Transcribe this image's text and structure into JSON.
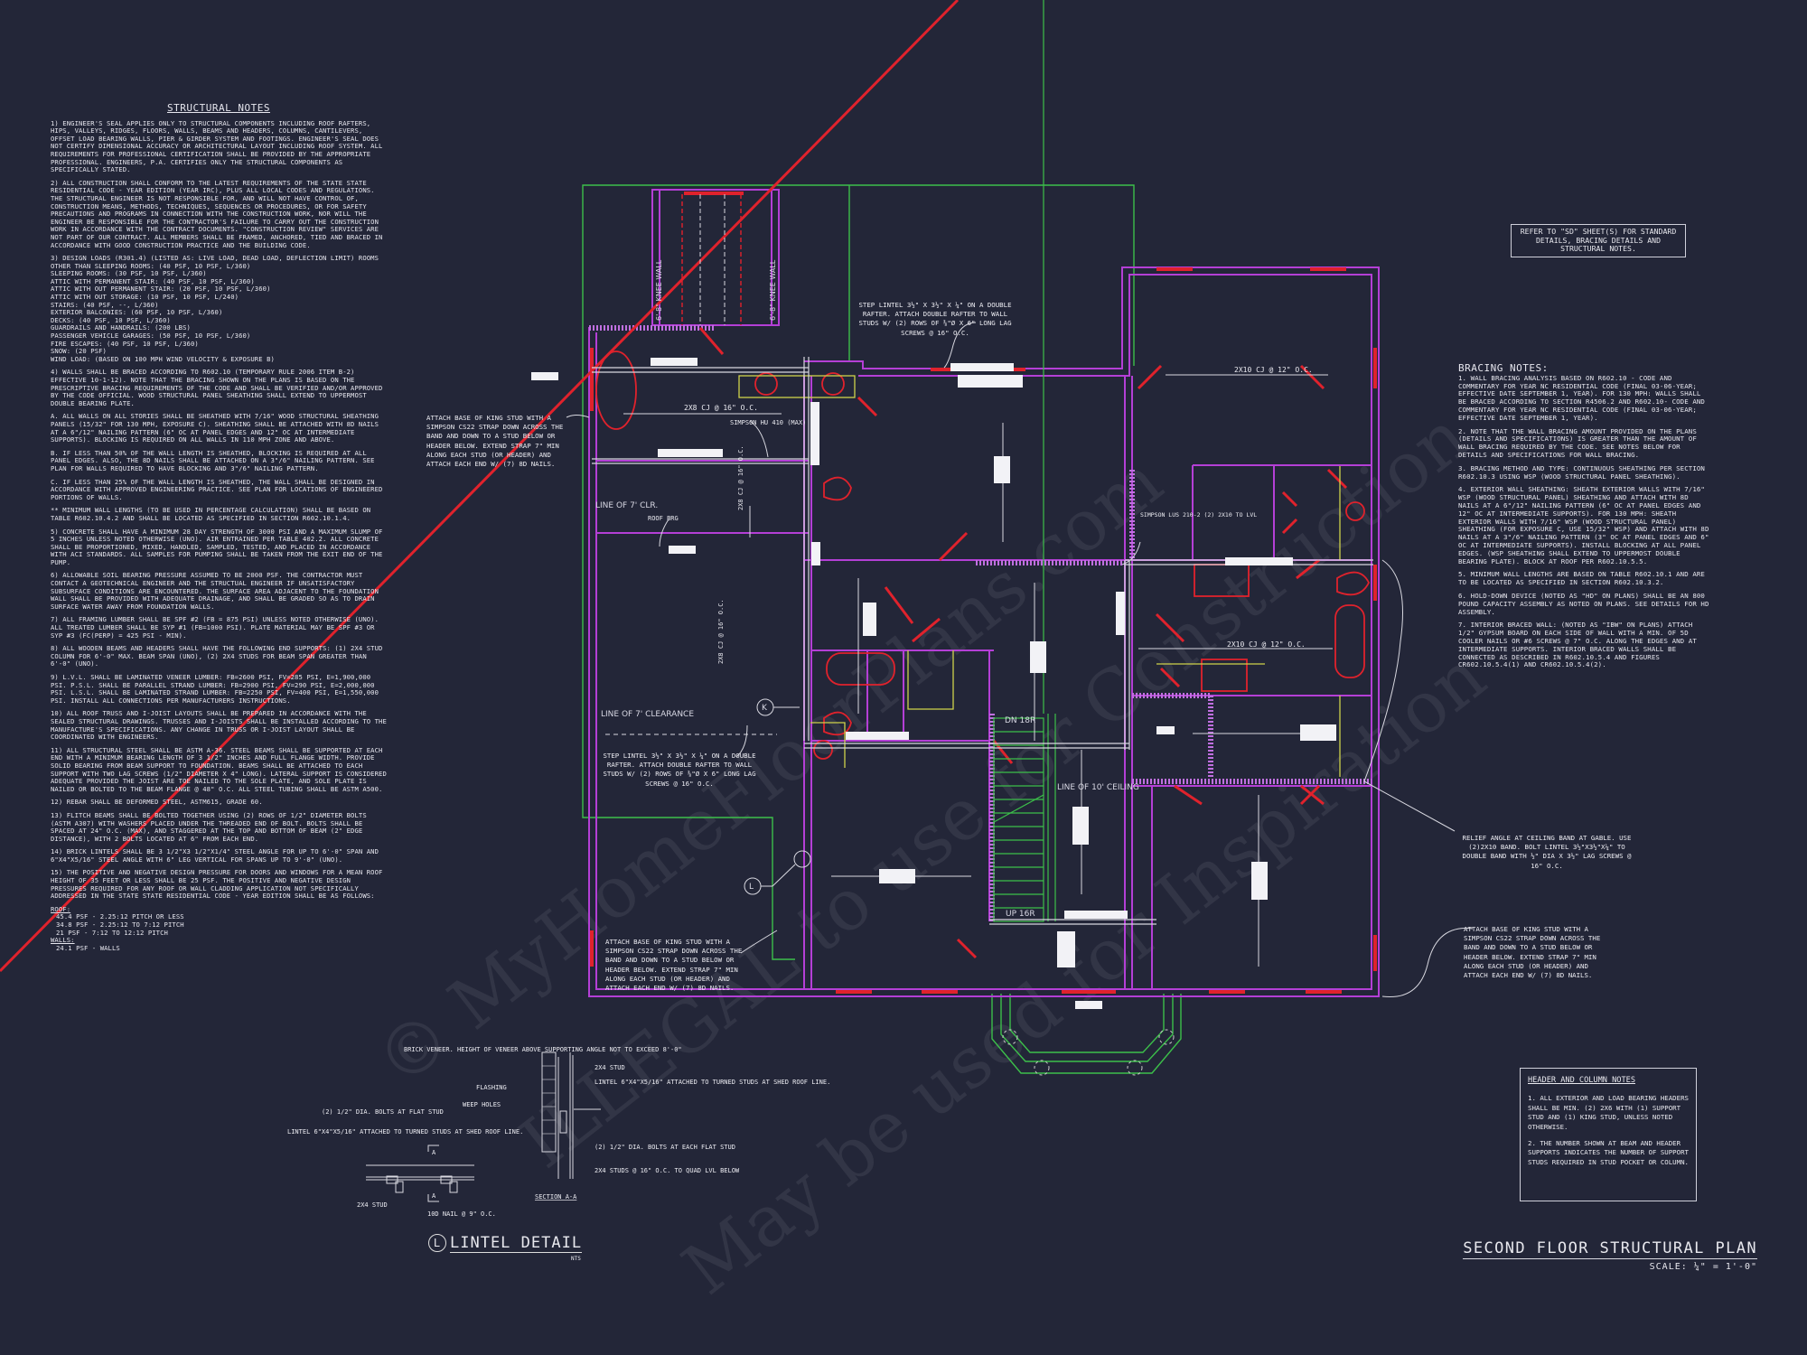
{
  "structural_notes": {
    "title": "STRUCTURAL NOTES",
    "items": [
      "1) ENGINEER'S SEAL APPLIES ONLY TO STRUCTURAL COMPONENTS INCLUDING ROOF RAFTERS, HIPS, VALLEYS, RIDGES, FLOORS, WALLS, BEAMS AND HEADERS, COLUMNS, CANTILEVERS, OFFSET LOAD BEARING WALLS, PIER & GIRDER SYSTEM AND FOOTINGS. ENGINEER'S SEAL DOES NOT CERTIFY DIMENSIONAL ACCURACY OR ARCHITECTURAL LAYOUT INCLUDING ROOF SYSTEM. ALL REQUIREMENTS FOR PROFESSIONAL CERTIFICATION SHALL BE PROVIDED BY THE APPROPRIATE PROFESSIONAL. ENGINEERS, P.A. CERTIFIES ONLY THE STRUCTURAL COMPONENTS AS SPECIFICALLY STATED.",
      "2) ALL CONSTRUCTION SHALL CONFORM TO THE LATEST REQUIREMENTS OF THE STATE STATE RESIDENTIAL CODE - YEAR EDITION (YEAR IRC), PLUS ALL LOCAL CODES AND REGULATIONS. THE STRUCTURAL ENGINEER IS NOT RESPONSIBLE FOR, AND WILL NOT HAVE CONTROL OF, CONSTRUCTION MEANS, METHODS, TECHNIQUES, SEQUENCES OR PROCEDURES, OR FOR SAFETY PRECAUTIONS AND PROGRAMS IN CONNECTION WITH THE CONSTRUCTION WORK, NOR WILL THE ENGINEER BE RESPONSIBLE FOR THE CONTRACTOR'S FAILURE TO CARRY OUT THE CONSTRUCTION WORK IN ACCORDANCE WITH THE CONTRACT DOCUMENTS. \"CONSTRUCTION REVIEW\" SERVICES ARE NOT PART OF OUR CONTRACT. ALL MEMBERS SHALL BE FRAMED, ANCHORED, TIED AND BRACED IN ACCORDANCE WITH GOOD CONSTRUCTION PRACTICE AND THE BUILDING CODE.",
      "3) DESIGN LOADS (R301.4) (LISTED AS: LIVE LOAD, DEAD LOAD, DEFLECTION LIMIT) ROOMS OTHER THAN SLEEPING ROOMS: (40 PSF, 10 PSF, L/360)\nSLEEPING ROOMS: (30 PSF, 10 PSF, L/360)\nATTIC WITH PERMANENT STAIR: (40 PSF, 10 PSF, L/360)\nATTIC WITH OUT PERMANENT STAIR: (20 PSF, 10 PSF, L/360)\nATTIC WITH OUT STORAGE: (10 PSF, 10 PSF, L/240)\nSTAIRS: (40 PSF, --, L/360)\nEXTERIOR BALCONIES: (60 PSF, 10 PSF, L/360)\nDECKS: (40 PSF, 10 PSF, L/360)\nGUARDRAILS AND HANDRAILS: (200 LBS)\nPASSENGER VEHICLE GARAGES: (50 PSF, 10 PSF, L/360)\nFIRE ESCAPES: (40 PSF, 10 PSF, L/360)\nSNOW: (20 PSF)\nWIND LOAD: (BASED ON 100 MPH WIND VELOCITY & EXPOSURE B)",
      "4) WALLS SHALL BE BRACED ACCORDING TO R602.10 (TEMPORARY RULE 2006 ITEM B-2) EFFECTIVE 10-1-12). NOTE THAT THE BRACING SHOWN ON THE PLANS IS BASED ON THE PRESCRIPTIVE BRACING REQUIREMENTS OF THE CODE AND SHALL BE VERIFIED AND/OR APPROVED BY THE CODE OFFICIAL. WOOD STRUCTURAL PANEL SHEATHING SHALL EXTEND TO UPPERMOST DOUBLE BEARING PLATE.",
      "A. ALL WALLS ON ALL STORIES SHALL BE SHEATHED WITH 7/16\" WOOD STRUCTURAL SHEATHING PANELS (15/32\" FOR 130 MPH, EXPOSURE C). SHEATHING SHALL BE ATTACHED WITH 8d NAILS AT A 6\"/12\" NAILING PATTERN (6\" OC AT PANEL EDGES AND 12\" OC AT INTERMEDIATE SUPPORTS). BLOCKING IS REQUIRED ON ALL WALLS IN 110 MPH ZONE AND ABOVE.",
      "B. IF LESS THAN 50% OF THE WALL LENGTH IS SHEATHED, BLOCKING IS REQUIRED AT ALL PANEL EDGES. ALSO, THE 8d NAILS SHALL BE ATTACHED ON A 3\"/6\" NAILING PATTERN. SEE PLAN FOR WALLS REQUIRED TO HAVE BLOCKING AND 3\"/6\" NAILING PATTERN.",
      "C. IF LESS THAN 25% OF THE WALL LENGTH IS SHEATHED, THE WALL SHALL BE DESIGNED IN ACCORDANCE WITH APPROVED ENGINEERING PRACTICE. SEE PLAN FOR LOCATIONS OF ENGINEERED PORTIONS OF WALLS.",
      "** MINIMUM WALL LENGTHS (TO BE USED IN PERCENTAGE CALCULATION) SHALL BE BASED ON TABLE R602.10.4.2 AND SHALL BE LOCATED AS SPECIFIED IN SECTION R602.10.1.4.",
      "5) CONCRETE SHALL HAVE A MINIMUM 28 DAY STRENGTH OF 3000 PSI AND A MAXIMUM SLUMP OF 5 INCHES UNLESS NOTED OTHERWISE (UNO). AIR ENTRAINED PER TABLE 402.2. ALL CONCRETE SHALL BE PROPORTIONED, MIXED, HANDLED, SAMPLED, TESTED, AND PLACED IN ACCORDANCE WITH ACI STANDARDS. ALL SAMPLES FOR PUMPING SHALL BE TAKEN FROM THE EXIT END OF THE PUMP.",
      "6) ALLOWABLE SOIL BEARING PRESSURE ASSUMED TO BE 2000 PSF. THE CONTRACTOR MUST CONTACT A GEOTECHNICAL ENGINEER AND THE STRUCTUAL ENGINEER IF UNSATISFACTORY SUBSURFACE CONDITIONS ARE ENCOUNTERED. THE SURFACE AREA ADJACENT TO THE FOUNDATION WALL SHALL BE PROVIDED WITH ADEQUATE DRAINAGE, AND SHALL BE GRADED SO AS TO DRAIN SURFACE WATER AWAY FROM FOUNDATION WALLS.",
      "7) ALL FRAMING LUMBER SHALL BE SPF #2 (Fb = 875 PSI) UNLESS NOTED OTHERWISE (UNO). ALL TREATED LUMBER SHALL BE SYP #1 (Fb=1000 PSI). PLATE MATERIAL MAY BE SPF #3 OR SYP #3 (Fc(perp) = 425 PSI - MIN).",
      "8) ALL WOODEN BEAMS AND HEADERS SHALL HAVE THE FOLLOWING END SUPPORTS: (1) 2x4 STUD COLUMN FOR 6'-0\" MAX. BEAM SPAN (UNO), (2) 2X4 STUDS FOR BEAM SPAN GREATER THAN 6'-0\" (UNO).",
      "9) L.V.L. SHALL BE LAMINATED VENEER LUMBER: Fb=2600 PSI, Fv=285 PSI, E=1,900,000 PSI. P.S.L. SHALL BE PARALLEL STRAND LUMBER: Fb=2900 PSI, Fv=290 PSI, E=2,000,000 PSI. L.S.L. SHALL BE LAMINATED STRAND LUMBER: Fb=2250 PSI, Fv=400 PSI, E=1,550,000 PSI. INSTALL ALL CONNECTIONS PER MANUFACTURERS INSTRUCTIONS.",
      "10) ALL ROOF TRUSS AND I-JOIST LAYOUTS SHALL BE PREPARED IN ACCORDANCE WITH THE SEALED STRUCTURAL DRAWINGS. TRUSSES AND I-JOISTS SHALL BE INSTALLED ACCORDING TO THE MANUFACTURE'S SPECIFICATIONS. ANY CHANGE IN TRUSS OR I-JOIST LAYOUT SHALL BE COORDINATED WITH ENGINEERS.",
      "11) ALL STRUCTURAL STEEL SHALL BE ASTM A-36. STEEL BEAMS SHALL BE SUPPORTED AT EACH END WITH A MINIMUM BEARING LENGTH OF 3 1/2\" INCHES AND FULL FLANGE WIDTH. PROVIDE SOLID BEARING FROM BEAM SUPPORT TO FOUNDATION. BEAMS SHALL BE ATTACHED TO EACH SUPPORT WITH TWO LAG SCREWS (1/2\" DIAMETER x 4\" LONG). LATERAL SUPPORT IS CONSIDERED ADEQUATE PROVIDED THE JOIST ARE TOE NAILED TO THE SOLE PLATE, AND SOLE PLATE IS NAILED OR BOLTED TO THE BEAM FLANGE @ 48\" O.C. ALL STEEL TUBING SHALL BE ASTM A500.",
      "12) REBAR SHALL BE DEFORMED STEEL, ASTM615, GRADE 60.",
      "13) FLITCH BEAMS SHALL BE BOLTED TOGETHER USING (2) ROWS OF 1/2\" DIAMETER BOLTS (ASTM A307) WITH WASHERS PLACED UNDER THE THREADED END OF BOLT. BOLTS SHALL BE SPACED AT 24\" O.C. (MAX), AND STAGGERED AT THE TOP AND BOTTOM OF BEAM (2\" EDGE DISTANCE), WITH 2 BOLTS LOCATED AT 6\" FROM EACH END.",
      "14) BRICK LINTELS SHALL BE 3 1/2\"x3 1/2\"x1/4\" STEEL ANGLE FOR UP TO 6'-0\" SPAN AND 6\"x4\"x5/16\" STEEL ANGLE WITH 6\" LEG VERTICAL FOR SPANS UP TO 9'-0\" (UNO).",
      "15) THE POSITIVE AND NEGATIVE DESIGN PRESSURE FOR DOORS AND WINDOWS FOR A MEAN ROOF HEIGHT OF 35 FEET OR LESS SHALL BE 25 PSF. THE POSITIVE AND NEGATIVE DESIGN PRESSURES REQUIRED FOR ANY ROOF OR WALL CLADDING APPLICATION NOT SPECIFICALLY ADDRESSED IN THE STATE STATE RESIDENTIAL CODE - YEAR EDITION SHALL BE AS FOLLOWS:"
    ],
    "pressures": {
      "roof_label": "ROOF:",
      "roof": [
        "45.4 PSF - 2.25:12 PITCH OR LESS",
        "34.8 PSF - 2.25:12 TO 7:12 PITCH",
        "21 PSF - 7:12 TO 12:12 PITCH"
      ],
      "walls_label": "WALLS:",
      "walls": [
        "24.1 PSF - WALLS"
      ]
    }
  },
  "refer_box": "REFER TO \"SD\" SHEET(S) FOR STANDARD DETAILS, BRACING DETAILS AND STRUCTURAL NOTES.",
  "bracing_notes": {
    "title": "BRACING NOTES:",
    "items": [
      "1. WALL BRACING ANALYSIS BASED ON R602.10 - CODE AND COMMENTARY FOR YEAR NC RESIDENTIAL CODE (FINAL 03-06-YEAR; EFFECTIVE DATE SEPTEMBER 1, YEAR). FOR 130 MPH: WALLS SHALL BE BRACED ACCORDING TO SECTION R4506.2 AND R602.10- CODE AND COMMENTARY FOR YEAR NC RESIDENTIAL CODE (FINAL 03-06-YEAR; EFFECTIVE DATE SEPTEMBER 1, YEAR).",
      "2. NOTE THAT THE WALL BRACING AMOUNT PROVIDED ON THE PLANS (DETAILS AND SPECIFICATIONS) IS GREATER THAN THE AMOUNT OF WALL BRACING REQUIRED BY THE CODE. SEE NOTES BELOW FOR DETAILS AND SPECIFICATIONS FOR WALL BRACING.",
      "3. BRACING METHOD AND TYPE: CONTINUOUS SHEATHING PER SECTION R602.10.3 USING WSP (WOOD STRUCTURAL PANEL SHEATHING).",
      "4. EXTERIOR WALL SHEATHING: SHEATH EXTERIOR WALLS WITH 7/16\" WSP (WOOD STRUCTURAL PANEL) SHEATHING AND ATTACH WITH 8d NAILS AT A 6\"/12\" NAILING PATTERN (6\" OC AT PANEL EDGES AND 12\" OC AT INTERMEDIATE SUPPORTS). FOR 130 MPH: SHEATH EXTERIOR WALLS WITH 7/16\" WSP (WOOD STRUCTURAL PANEL) SHEATHING (FOR EXPOSURE C, USE 15/32\" WSP) AND ATTACH WITH 8d NAILS AT A 3\"/6\" NAILING PATTERN (3\" OC AT PANEL EDGES AND 6\" OC AT INTERMEDIATE SUPPORTS). INSTALL BLOCKING AT ALL PANEL EDGES. (WSP SHEATHING SHALL EXTEND TO UPPERMOST DOUBLE BEARING PLATE). BLOCK AT ROOF PER R602.10.5.5.",
      "5. MINIMUM WALL LENGTHS ARE BASED ON TABLE R602.10.1 AND ARE TO BE LOCATED AS SPECIFIED IN SECTION R602.10.3.2.",
      "6. HOLD-DOWN DEVICE (NOTED AS \"HD\" ON PLANS) SHALL BE AN 800 POUND CAPACITY ASSEMBLY AS NOTED ON PLANS. SEE DETAILS FOR HD ASSEMBLY.",
      "7. INTERIOR BRACED WALL: (NOTED AS \"IBW\" ON PLANS) ATTACH 1/2\" GYPSUM BOARD ON EACH SIDE OF WALL WITH A MIN. OF 5d COOLER NAILS OR #6 SCREWS @ 7\" O.C. ALONG THE EDGES AND AT INTERMEDIATE SUPPORTS. INTERIOR BRACED WALLS SHALL BE CONNECTED AS DESCRIBED IN R602.10.5.4 AND FIGURES CR602.10.5.4(1) AND CR602.10.5.4(2)."
    ]
  },
  "header_column_notes": {
    "title": "HEADER AND COLUMN NOTES",
    "items": [
      "1. ALL EXTERIOR AND LOAD BEARING HEADERS SHALL BE MIN. (2) 2x6 WITH (1) SUPPORT STUD AND (1) KING STUD, UNLESS NOTED OTHERWISE.",
      "2. THE NUMBER SHOWN AT BEAM AND HEADER SUPPORTS INDICATES THE NUMBER OF SUPPORT STUDS REQUIRED IN STUD POCKET OR COLUMN."
    ]
  },
  "callouts": {
    "king_stud_strap": "ATTACH BASE OF KING STUD WITH A SIMPSON CS22 STRAP DOWN ACROSS THE BAND AND DOWN TO A STUD BELOW OR HEADER BELOW. EXTEND STRAP 7\" MIN ALONG EACH STUD (OR HEADER) AND ATTACH EACH END W/ (7) 8d NAILS.",
    "step_lintel": "STEP LINTEL 3½\" x 3½\" x ¼\" ON A DOUBLE RAFTER. ATTACH DOUBLE RAFTER TO WALL STUDS W/ (2) ROWS OF ⅜\"Ø x 6\" LONG LAG SCREWS @ 16\" O.C.",
    "relief_angle": "RELIEF ANGLE AT CEILING BAND AT GABLE. USE (2)2X10 BAND. BOLT LINTEL 3½\"X3½\"X¼\" TO DOUBLE BAND WITH ½\" DIA X 3½\" LAG SCREWS @ 16\" O.C.",
    "simpson_hu": "SIMPSON HU 410 (MAX)",
    "simpson_lus": "SIMPSON LUS 210-2 (2) 2x10 TO LVL",
    "roof_brg": "ROOF BRG",
    "knee_wall": "6'-8\" KNEE WALL",
    "line_7_clr": "LINE OF 7' CLR.",
    "line_7_clearance": "LINE OF 7' CLEARANCE",
    "line_10_ceiling": "LINE OF 10' CEILING",
    "dn": "DN 18R",
    "up": "UP 16R",
    "cj_2x8_h": "2x8 CJ @ 16\" O.C.",
    "cj_2x8_v1": "2x8 CJ @ 16\" O.C.",
    "cj_2x8_v2": "2x8 CJ @ 16\" O.C.",
    "cj_2x10_a": "2x10 CJ @ 12\" O.C.",
    "cj_2x10_b": "2x10 CJ @ 12\" O.C.",
    "tag_k": "K",
    "tag_l": "L"
  },
  "lintel_detail": {
    "title": "LINTEL DETAIL",
    "tag": "L",
    "scale": "NTS",
    "section_label": "SECTION A-A",
    "labels": {
      "brick": "BRICK VENEER. HEIGHT OF VENEER ABOVE SUPPORTING ANGLE NOT TO EXCEED 8'-0\"",
      "flashing": "FLASHING",
      "weep": "WEEP HOLES",
      "bolts_flat": "(2) 1/2\" DIA. BOLTS AT FLAT STUD",
      "lintel_left": "LINTEL 6\"x4\"x5/16\" ATTACHED TO TURNED STUDS AT SHED ROOF LINE.",
      "stud_2x4_left": "2x4 STUD",
      "nail": "10d NAIL @ 9\" O.C.",
      "stud_2x4_right": "2x4 STUD",
      "lintel_right": "LINTEL 6\"x4\"x5/16\" ATTACHED TO TURNED STUDS AT SHED ROOF LINE.",
      "bolts_each": "(2) 1/2\" DIA. BOLTS AT EACH FLAT STUD",
      "studs_16": "2X4 STUDS @ 16\" O.C. TO QUAD LVL BELOW",
      "section_mark": "A"
    }
  },
  "title_block": {
    "title": "SECOND FLOOR STRUCTURAL PLAN",
    "scale": "SCALE: ¼\" = 1'-0\""
  },
  "watermark": [
    "© MyHomeFloorPlans.com",
    "ILLEGAL to use for Construction",
    "May be used for Inspiration"
  ],
  "colors": {
    "background": "#232638",
    "wall": "#b43fd6",
    "header": "#e0222c",
    "roof_line": "#3cbf4a",
    "text": "#e8e8ee",
    "fixture_yellow": "#cfd24a"
  }
}
